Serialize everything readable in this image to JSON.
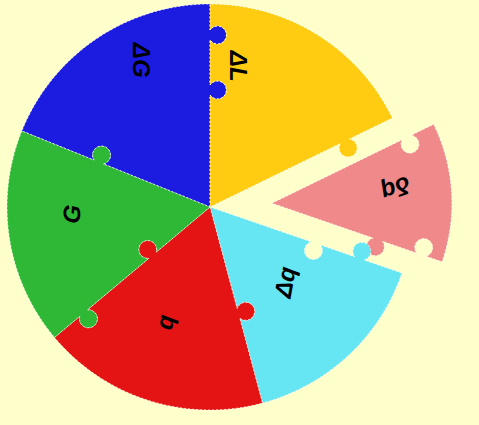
{
  "diagram": {
    "nodes": [
      {
        "text": [
          "ΔG"
        ]
      },
      {
        "text": [
          "ΔL"
        ]
      },
      {
        "text": [
          "δq"
        ]
      },
      {
        "text": [
          "Δq"
        ]
      },
      {
        "text": [
          "q"
        ]
      },
      {
        "text": [
          "G"
        ]
      }
    ]
  }
}
